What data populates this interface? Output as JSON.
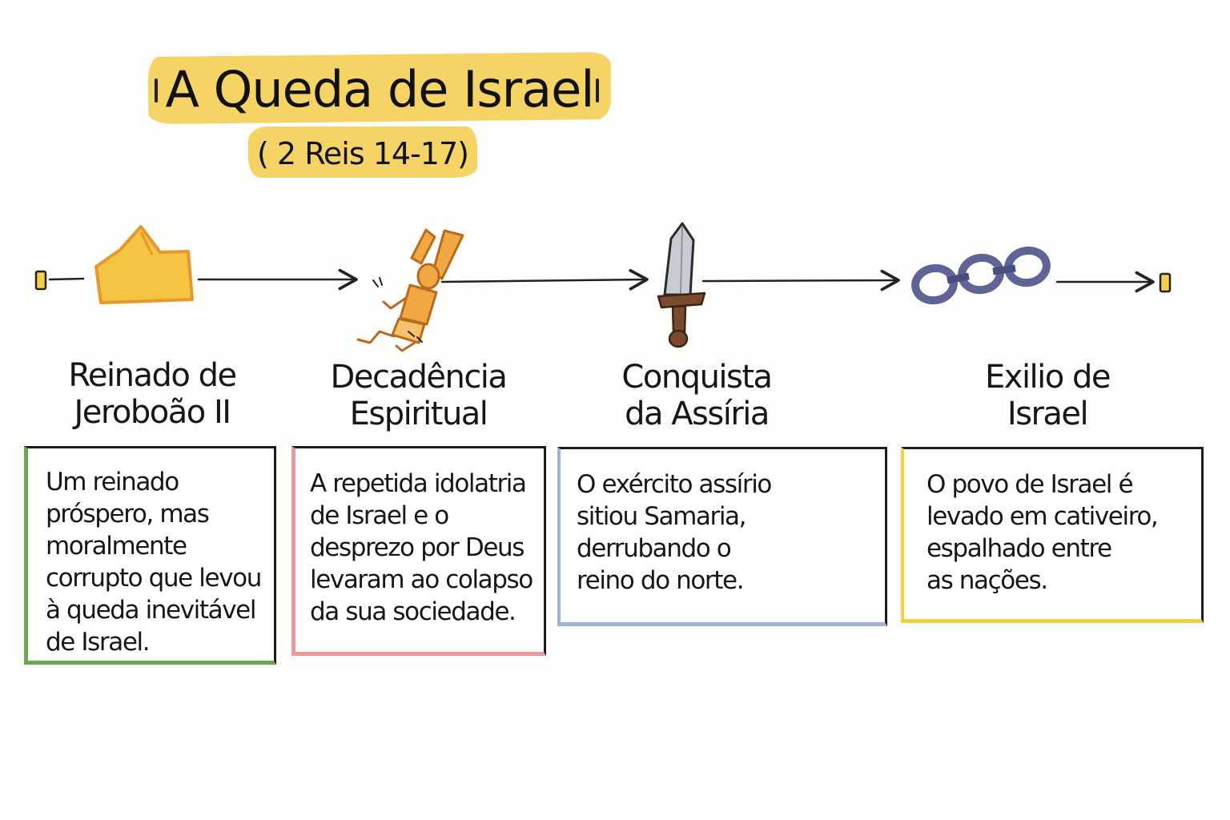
{
  "title": "A Queda de Israel",
  "subtitle": "( 2 Reis 14-17)",
  "stages": [
    {
      "heading": "Reinado de\nJeroboão II",
      "description": "Um reinado\npróspero, mas\nmoralmente\ncorrupto que levou\nà queda inevitável\nde Israel.",
      "icon": "crown-icon",
      "accent": "#6aa84f"
    },
    {
      "heading": "Decadência\nEspiritual",
      "description": "A repetida idolatria\nde Israel e o\ndesprezo por Deus\nlevaram ao colapso\nda sua sociedade.",
      "icon": "falling-idol-icon",
      "accent": "#e89a9a"
    },
    {
      "heading": "Conquista\nda Assíria",
      "description": "O exército assírio\nsitiou Samaria,\nderrubando o\nreino do norte.",
      "icon": "dagger-icon",
      "accent": "#9fb3da"
    },
    {
      "heading": "Exilio de\nIsrael",
      "description": "O povo de Israel é\nlevado em cativeiro,\nespalhado entre\nas nações.",
      "icon": "chain-icon",
      "accent": "#f0d146"
    }
  ],
  "colors": {
    "highlight": "#f6d365",
    "crown": "#f4c542",
    "idol": "#f0a843",
    "blade": "#b9bec4",
    "handle": "#7a4a2e",
    "chain": "#5f6396"
  }
}
